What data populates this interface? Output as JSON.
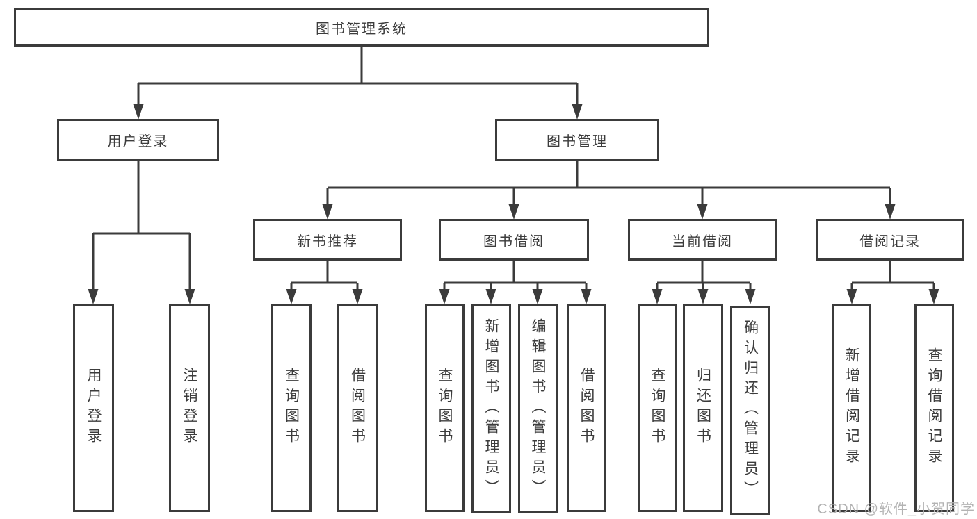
{
  "colors": {
    "line": "#3b3b3b",
    "text": "#3c3c3c",
    "box_background": "#ffffff",
    "page_background": "#ffffff",
    "watermark": "#b3b3b3"
  },
  "tree": {
    "label": "图书管理系统",
    "children": [
      {
        "label": "用户登录",
        "children": [
          {
            "label": "用户登录"
          },
          {
            "label": "注销登录"
          }
        ]
      },
      {
        "label": "图书管理",
        "children": [
          {
            "label": "新书推荐",
            "children": [
              {
                "label": "查询图书"
              },
              {
                "label": "借阅图书"
              }
            ]
          },
          {
            "label": "图书借阅",
            "children": [
              {
                "label": "查询图书"
              },
              {
                "label": "新增图书（管理员）"
              },
              {
                "label": "编辑图书（管理员）"
              },
              {
                "label": "借阅图书"
              }
            ]
          },
          {
            "label": "当前借阅",
            "children": [
              {
                "label": "查询图书"
              },
              {
                "label": "归还图书"
              },
              {
                "label": "确认归还（管理员）"
              }
            ]
          },
          {
            "label": "借阅记录",
            "children": [
              {
                "label": "新增借阅记录"
              },
              {
                "label": "查询借阅记录"
              }
            ]
          }
        ]
      }
    ]
  },
  "watermark": {
    "text": "CSDN @软件_小贺同学"
  }
}
